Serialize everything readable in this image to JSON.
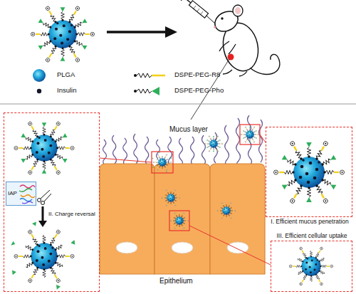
{
  "diagram": {
    "nodes": [
      {
        "text": [
          "II. Charge reversal"
        ]
      },
      {
        "text": [
          "IAP"
        ],
        "in": 0
      },
      {
        "text": [
          "I. Efficient mucus penetration"
        ]
      },
      {
        "text": [
          "III. Efficient cellular uptake"
        ]
      }
    ],
    "labels": [
      "Mucus layer",
      "Epithelium"
    ],
    "legend": [
      {
        "text": "PLGA"
      },
      {
        "text": "Insulin"
      },
      {
        "text": "DSPE-PEG-R8"
      },
      {
        "text": "DSPE-PEG-Pho"
      }
    ]
  }
}
